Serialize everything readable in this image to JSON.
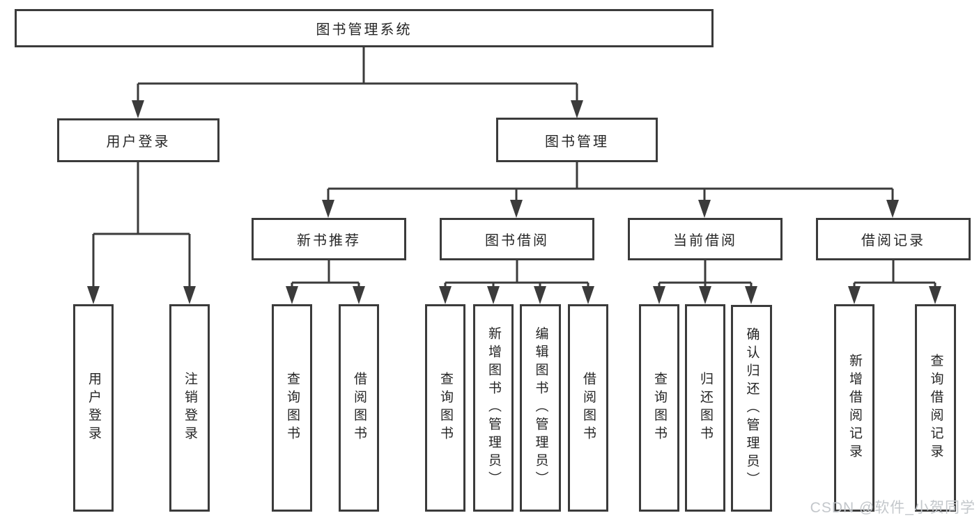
{
  "tree": {
    "root": "图书管理系统",
    "branches": {
      "user_login": {
        "label": "用户登录",
        "children": [
          "用户登录",
          "注销登录"
        ]
      },
      "book_mgmt": {
        "label": "图书管理",
        "sections": {
          "new_book_rec": {
            "label": "新书推荐",
            "children": [
              "查询图书",
              "借阅图书"
            ]
          },
          "book_borrow": {
            "label": "图书借阅",
            "children": [
              "查询图书",
              "新增图书（管理员）",
              "编辑图书（管理员）",
              "借阅图书"
            ]
          },
          "current_borrow": {
            "label": "当前借阅",
            "children": [
              "查询图书",
              "归还图书",
              "确认归还（管理员）"
            ]
          },
          "borrow_records": {
            "label": "借阅记录",
            "children": [
              "新增借阅记录",
              "查询借阅记录"
            ]
          }
        }
      }
    }
  },
  "watermark": "CSDN @软件_小贺同学",
  "colors": {
    "line": "#3b3b3b",
    "text": "#262626",
    "background": "#ffffff",
    "watermark": "#c3c7cb"
  }
}
